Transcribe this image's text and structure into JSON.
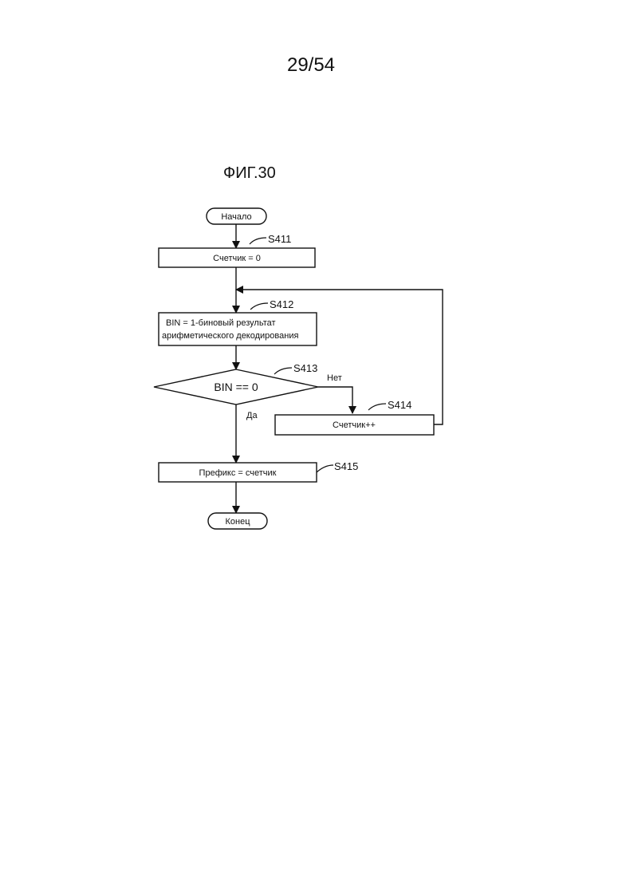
{
  "page": {
    "number": "29/54",
    "figure_title": "ФИГ.30"
  },
  "flowchart": {
    "start": "Начало",
    "end": "Конец",
    "steps": {
      "s411": {
        "id": "S411",
        "text": "Счетчик = 0"
      },
      "s412": {
        "id": "S412",
        "line1": "BIN = 1-биновый результат",
        "line2": "арифметического декодирования"
      },
      "s413": {
        "id": "S413",
        "text": "BIN == 0"
      },
      "s414": {
        "id": "S414",
        "text": "Счетчик++"
      },
      "s415": {
        "id": "S415",
        "text": "Префикс = счетчик"
      }
    },
    "branch_no": "Нет",
    "branch_yes": "Да"
  }
}
